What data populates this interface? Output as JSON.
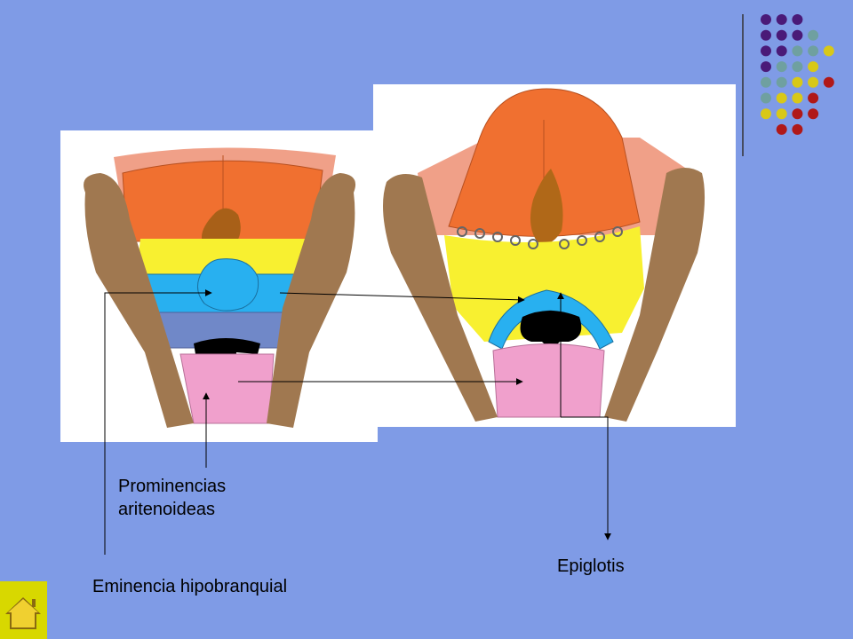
{
  "labels": {
    "prominencias": "Prominencias aritenoideas",
    "epiglotis": "Epiglotis",
    "eminencia": "Eminencia hipobranquial"
  },
  "colors": {
    "background": "#7f9be6",
    "orange": "#f07030",
    "salmon": "#f0a088",
    "brown": "#a07850",
    "dark_brown": "#b06818",
    "yellow": "#f8f030",
    "cyan": "#28b0f0",
    "slate_blue": "#7088c8",
    "pink": "#f0a0cc",
    "black": "#000000",
    "home_button": "#d8d800"
  },
  "decoration": {
    "dot_colors": {
      "P": "#4a1a78",
      "T": "#6fa0a0",
      "Y": "#d8c818",
      "R": "#b01818"
    },
    "dot_rows": [
      "PPP",
      "PPPT",
      "PPTTY",
      "PTTY",
      "TTYYR",
      "TYYR",
      "YYRR",
      " RR"
    ]
  },
  "home": {
    "icon": "house-icon"
  }
}
